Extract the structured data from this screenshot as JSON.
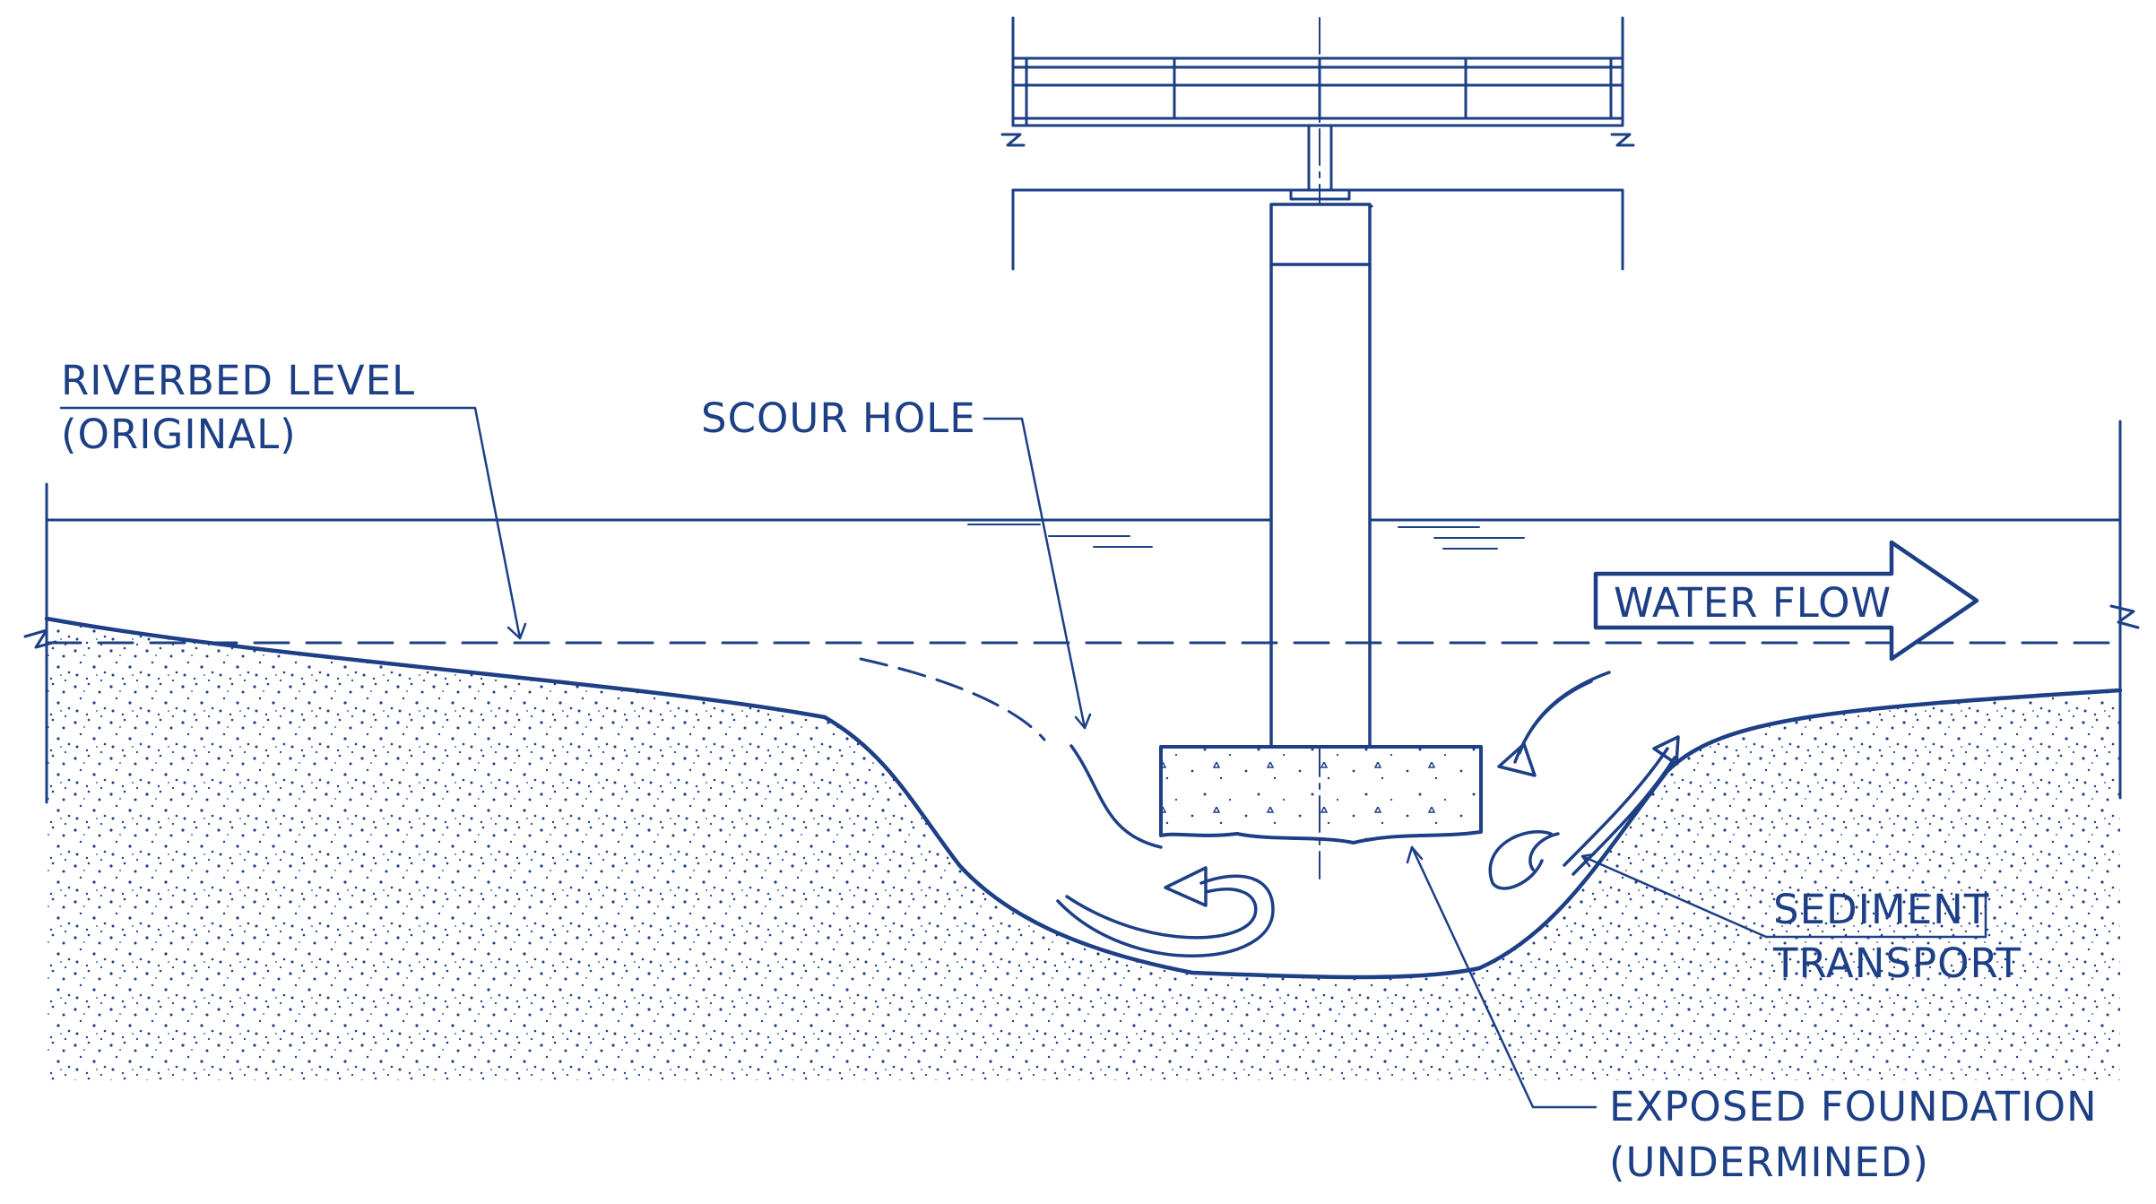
{
  "colors": {
    "ink": "#1d3f86",
    "paper": "#ffffff",
    "sediment": "#eef1f7"
  },
  "labels": {
    "riverbed_line1": "RIVERBED LEVEL",
    "riverbed_line2": "(ORIGINAL)",
    "scour_hole": "SCOUR HOLE",
    "water_flow": "WATER FLOW",
    "sediment_line1": "SEDIMENT",
    "sediment_line2": "TRANSPORT",
    "foundation_line1": "EXPOSED FOUNDATION",
    "foundation_line2": "(UNDERMINED)"
  }
}
